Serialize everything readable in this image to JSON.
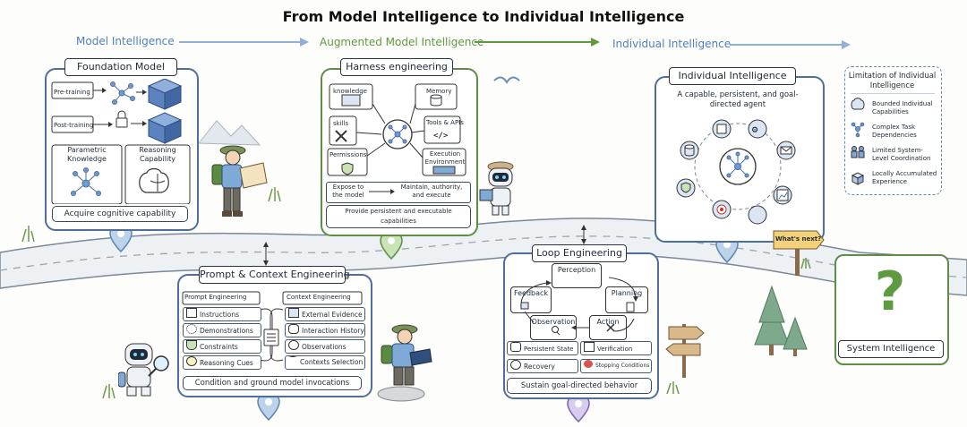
{
  "title": "From Model Intelligence to Individual Intelligence",
  "stages": [
    {
      "label": "Model Intelligence",
      "color": "#4f7fc3"
    },
    {
      "label": "Augmented Model Intelligence",
      "color": "#5e9a3f"
    },
    {
      "label": "Individual Intelligence",
      "color": "#4f7fc3"
    }
  ],
  "foundation": {
    "banner": "Foundation Model",
    "pretraining": "Pre-training",
    "posttraining": "Post-training",
    "parametric": "Parametric Knowledge",
    "reasoning": "Reasoning Capability",
    "footer": "Acquire cognitive capability"
  },
  "harness": {
    "banner": "Harness engineering",
    "knowledge": "knowledge",
    "memory": "Memory",
    "skills": "skills",
    "tools": "Tools & APIs",
    "permissions": "Permissions",
    "execution": "Execution Environment",
    "expose": "Expose to the model",
    "maintain": "Maintain, authority, and execute",
    "footer": "Provide persistent and executable capabilities"
  },
  "individual": {
    "banner": "Individual Intelligence",
    "desc": "A capable, persistent, and goal-directed agent"
  },
  "limitation": {
    "title": "Limitation of Individual Intelligence",
    "items": [
      {
        "label": "Bounded Individual Capabilities",
        "icon": "brain-icon"
      },
      {
        "label": "Complex Task Dependencies",
        "icon": "network-icon"
      },
      {
        "label": "Limited System-Level Coordination",
        "icon": "people-icon"
      },
      {
        "label": "Locally Accumulated Experience",
        "icon": "cube-icon"
      }
    ]
  },
  "prompt": {
    "banner": "Prompt & Context Engineering",
    "left_title": "Prompt Engineering",
    "left_items": [
      "Instructions",
      "Demonstrations",
      "Constraints",
      "Reasoning Cues"
    ],
    "right_title": "Context Engineering",
    "right_items": [
      "External Evidence",
      "Interaction History",
      "Observations",
      "Contexts Selection"
    ],
    "footer": "Condition and ground model invocations"
  },
  "loop": {
    "banner": "Loop Engineering",
    "perception": "Perception",
    "feedback": "Feedback",
    "planning": "Planning",
    "observation": "Observation",
    "action": "Action",
    "persistent": "Persistent State",
    "verification": "Verification",
    "recovery": "Recovery",
    "stopping": "Stopping Conditions",
    "footer": "Sustain goal-directed behavior"
  },
  "signpost": "What's next?",
  "system": {
    "label": "System Intelligence",
    "mark": "?"
  },
  "colors": {
    "blue": "#4f6f9a",
    "green": "#5e8d49",
    "ink": "#1f2a36"
  }
}
